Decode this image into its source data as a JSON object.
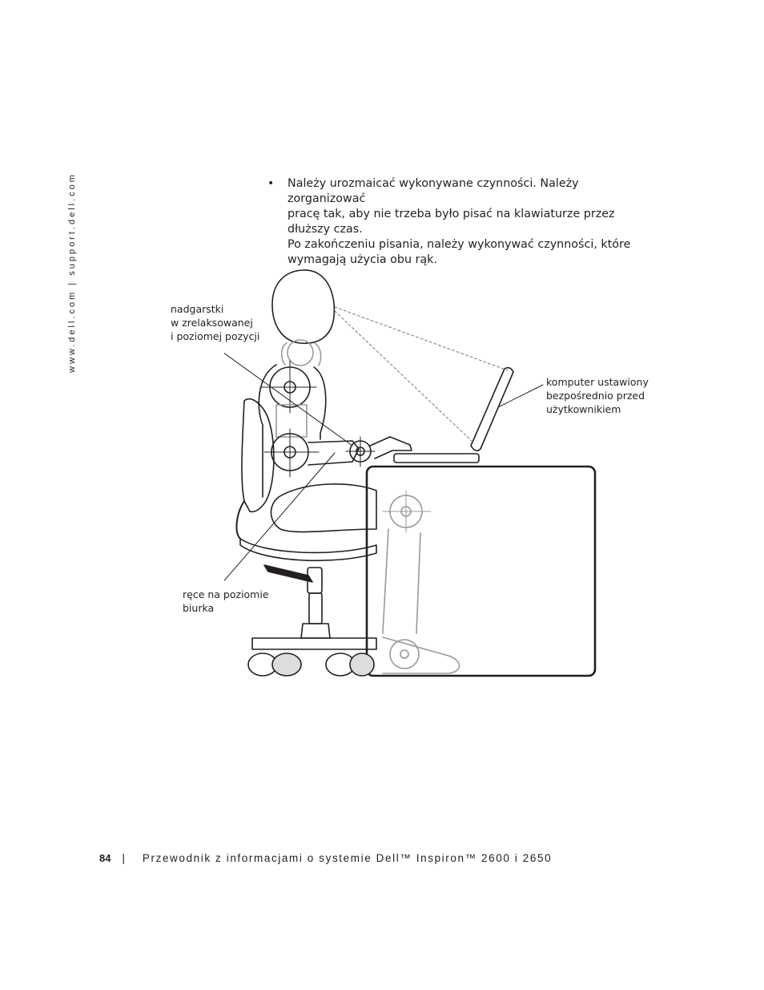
{
  "sidebar": {
    "url": "www.dell.com | support.dell.com"
  },
  "content": {
    "bullet_symbol": "•",
    "bullet_lines": [
      "Należy urozmaicać wykonywane czynności. Należy zorganizować",
      "pracę tak, aby nie trzeba było pisać na klawiaturze przez dłuższy czas.",
      "Po zakończeniu pisania, należy wykonywać czynności, które",
      "wymagają użycia obu rąk."
    ]
  },
  "figure": {
    "callouts": {
      "wrists": [
        "nadgarstki",
        "w zrelaksowanej",
        "i poziomej pozycji"
      ],
      "computer": [
        "komputer ustawiony",
        "bezpośrednio przed",
        "użytkownikiem"
      ],
      "hands": [
        "ręce na poziomie",
        "biurka"
      ]
    }
  },
  "footer": {
    "page_number": "84",
    "separator": "|",
    "title": "Przewodnik z informacjami o systemie Dell™ Inspiron™ 2600 i 2650"
  }
}
